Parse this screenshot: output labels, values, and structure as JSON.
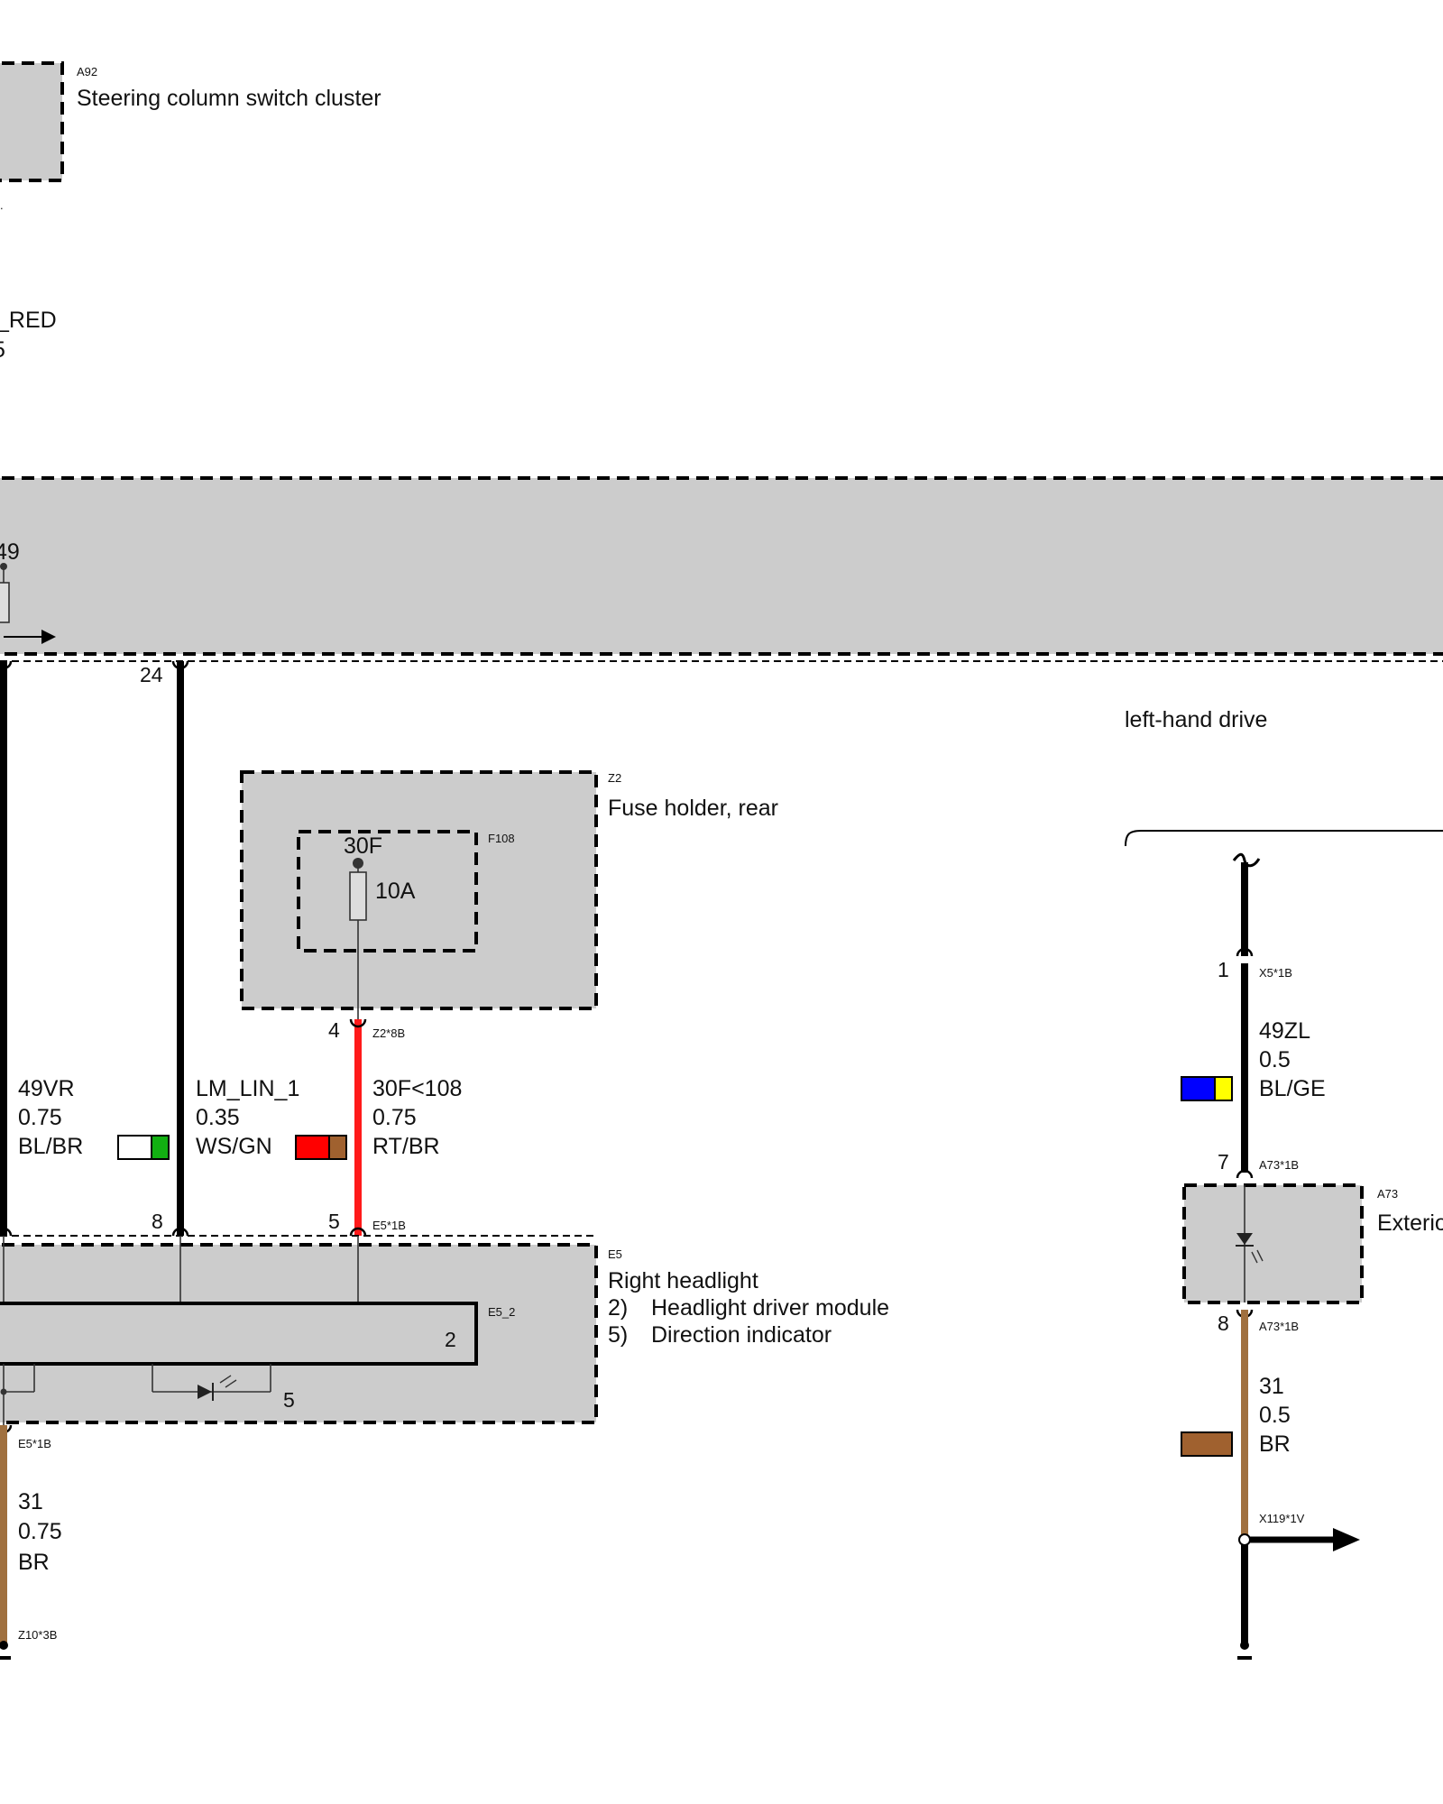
{
  "colors": {
    "component_fill": "#cccccc",
    "wire_black": "#000000",
    "wire_red": "#ff1a1a",
    "wire_brown": "#a0703f",
    "swatch_blue": "#0000ff",
    "swatch_yellow": "#ffff00",
    "swatch_green": "#12b012",
    "swatch_white": "#ffffff",
    "swatch_red": "#ff0000",
    "swatch_brown": "#a0612f"
  },
  "components": {
    "a92": {
      "code": "A92",
      "name": "Steering column switch cluster"
    },
    "partial_wire": {
      "name_fragment": "_RED",
      "size_fragment": "5"
    },
    "module_pin_fragment": "49",
    "z2": {
      "code": "Z2",
      "name": "Fuse holder, rear"
    },
    "f108": {
      "code": "F108",
      "terminal": "30F",
      "rating": "10A"
    },
    "e5": {
      "code": "E5",
      "name": "Right headlight",
      "sub_items": [
        "2)",
        "Headlight driver module",
        "5)",
        "Direction indicator"
      ]
    },
    "e5_2": {
      "code": "E5_2",
      "number": "2",
      "led_number": "5"
    },
    "a73": {
      "code": "A73",
      "name_fragment": "Exterio"
    }
  },
  "left_hand_drive": "left-hand drive",
  "pins": {
    "p24": "24",
    "p4": "4",
    "p8": "8",
    "p5": "5",
    "p1": "1",
    "p7": "7",
    "p8b": "8"
  },
  "connectors": {
    "z2_8b": "Z2*8B",
    "e5_1b_top": "E5*1B",
    "e5_1b_bot": "E5*1B",
    "z10_3b": "Z10*3B",
    "x5_1b": "X5*1B",
    "a73_1b_top": "A73*1B",
    "a73_1b_bot": "A73*1B",
    "x119_1v": "X119*1V"
  },
  "wires": {
    "w49vr": {
      "signal": "49VR",
      "size": "0.75",
      "color": "BL/BR"
    },
    "wlm": {
      "signal": "LM_LIN_1",
      "size": "0.35",
      "color": "WS/GN"
    },
    "w30f": {
      "signal": "30F<108",
      "size": "0.75",
      "color": "RT/BR"
    },
    "w31a": {
      "signal": "31",
      "size": "0.75",
      "color": "BR"
    },
    "w49zl": {
      "signal": "49ZL",
      "size": "0.5",
      "color": "BL/GE"
    },
    "w31b": {
      "signal": "31",
      "size": "0.5",
      "color": "BR"
    }
  }
}
